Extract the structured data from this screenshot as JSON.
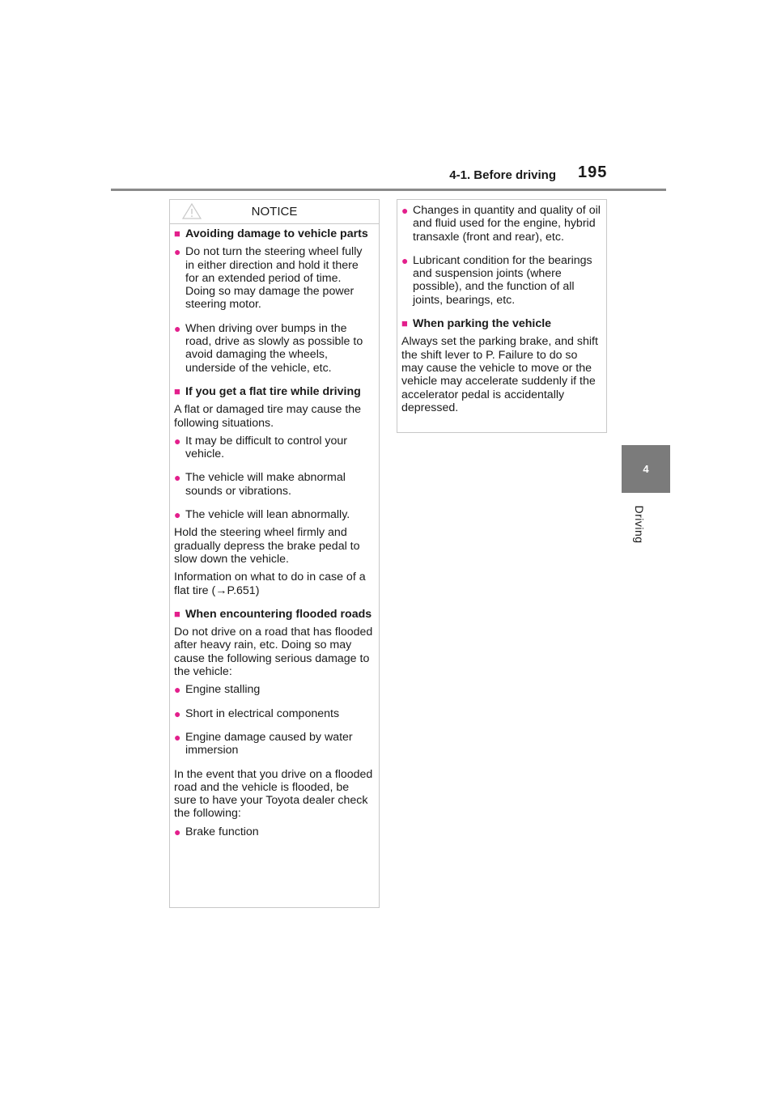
{
  "header": {
    "title": "4-1. Before driving",
    "page_number": "195"
  },
  "side_tab": {
    "chapter_number": "4",
    "chapter_label": "Driving"
  },
  "notice": {
    "label": "NOTICE"
  },
  "colors": {
    "accent": "#e31f8c",
    "side_tab": "#7b7b7b",
    "rule": "#8a8a8a",
    "box_border": "#c8c8c8"
  },
  "left": {
    "s1_title": "Avoiding damage to vehicle parts",
    "s1_b1": "Do not turn the steering wheel fully in either direction and hold it there for an extended period of time.",
    "s1_b1_extra": "Doing so may damage the power steering motor.",
    "s1_b2": "When driving over bumps in the road, drive as slowly as possible to avoid damaging the wheels, underside of the vehicle, etc.",
    "s2_title": "If you get a flat tire while driving",
    "s2_intro": "A flat or damaged tire may cause the following situations.",
    "s2_b1": "It may be difficult to control your vehicle.",
    "s2_b2": "The vehicle will make abnormal sounds or vibrations.",
    "s2_b3": "The vehicle will lean abnormally.",
    "s2_p1": "Hold the steering wheel firmly and gradually depress the brake pedal to slow down the vehicle.",
    "s2_p2_text": "Information on what to do in case of a flat tire (",
    "s2_p2_ref": "P.651",
    "s2_p2_close": ")",
    "s3_title": "When encountering flooded roads",
    "s3_intro": "Do not drive on a road that has flooded after heavy rain, etc. Doing so may cause the following serious damage to the vehicle:",
    "s3_b1": "Engine stalling",
    "s3_b2": "Short in electrical components",
    "s3_b3": "Engine damage caused by water immersion",
    "s3_p1": "In the event that you drive on a flooded road and the vehicle is flooded, be sure to have your Toyota dealer check the following:",
    "s3_b4": "Brake function"
  },
  "right": {
    "b1": "Changes in quantity and quality of oil and fluid used for the engine, hybrid transaxle (front and rear), etc.",
    "b2": "Lubricant condition for the bearings and suspension joints (where possible), and the function of all joints, bearings, etc.",
    "s4_title": "When parking the vehicle",
    "s4_p": "Always set the parking brake, and shift the shift lever to P. Failure to do so may cause the vehicle to move or the vehicle may accelerate suddenly if the accelerator pedal is accidentally depressed."
  }
}
